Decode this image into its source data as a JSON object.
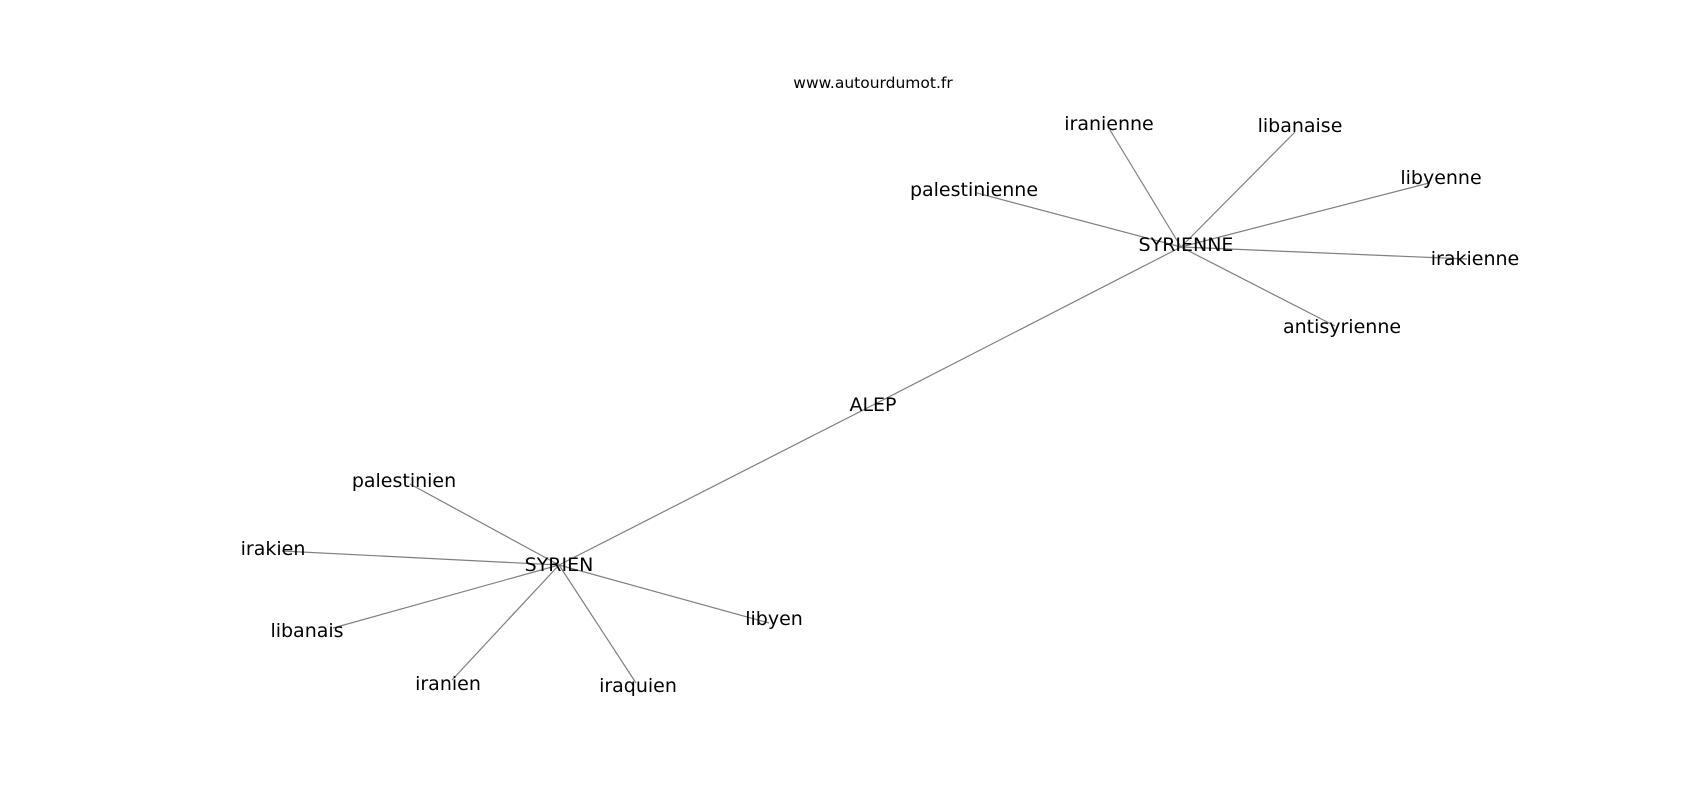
{
  "watermark": "www.autourdumot.fr",
  "nodes": [
    {
      "id": "ALEP",
      "label": "ALEP"
    },
    {
      "id": "SYRIENNE",
      "label": "SYRIENNE"
    },
    {
      "id": "SYRIEN",
      "label": "SYRIEN"
    },
    {
      "id": "iranienne",
      "label": "iranienne"
    },
    {
      "id": "libanaise",
      "label": "libanaise"
    },
    {
      "id": "palestinienne",
      "label": "palestinienne"
    },
    {
      "id": "libyenne",
      "label": "libyenne"
    },
    {
      "id": "irakienne",
      "label": "irakienne"
    },
    {
      "id": "antisyrienne",
      "label": "antisyrienne"
    },
    {
      "id": "palestinien",
      "label": "palestinien"
    },
    {
      "id": "irakien",
      "label": "irakien"
    },
    {
      "id": "libanais",
      "label": "libanais"
    },
    {
      "id": "iranien",
      "label": "iranien"
    },
    {
      "id": "iraquien",
      "label": "iraquien"
    },
    {
      "id": "libyen",
      "label": "libyen"
    }
  ],
  "edges": [
    {
      "source": "ALEP",
      "target": "SYRIENNE"
    },
    {
      "source": "ALEP",
      "target": "SYRIEN"
    },
    {
      "source": "SYRIENNE",
      "target": "iranienne"
    },
    {
      "source": "SYRIENNE",
      "target": "libanaise"
    },
    {
      "source": "SYRIENNE",
      "target": "palestinienne"
    },
    {
      "source": "SYRIENNE",
      "target": "libyenne"
    },
    {
      "source": "SYRIENNE",
      "target": "irakienne"
    },
    {
      "source": "SYRIENNE",
      "target": "antisyrienne"
    },
    {
      "source": "SYRIEN",
      "target": "palestinien"
    },
    {
      "source": "SYRIEN",
      "target": "irakien"
    },
    {
      "source": "SYRIEN",
      "target": "libanais"
    },
    {
      "source": "SYRIEN",
      "target": "iranien"
    },
    {
      "source": "SYRIEN",
      "target": "iraquien"
    },
    {
      "source": "SYRIEN",
      "target": "libyen"
    }
  ]
}
